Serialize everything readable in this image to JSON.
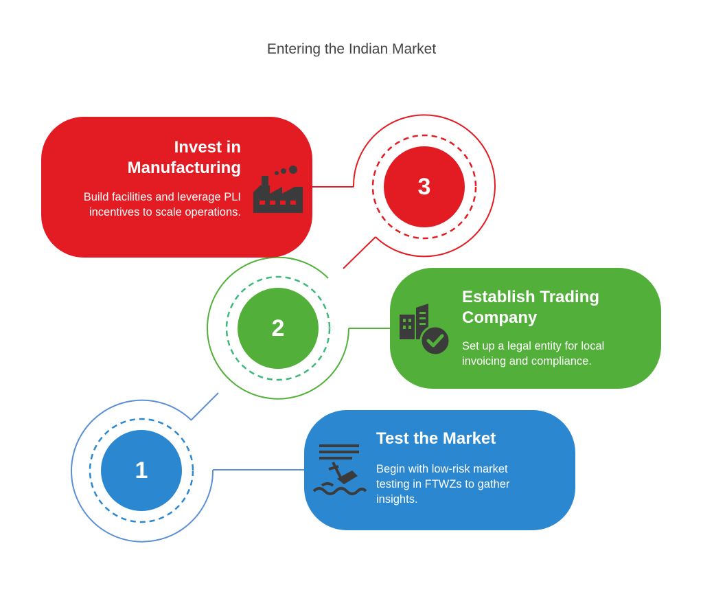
{
  "title": "Entering the Indian Market",
  "colors": {
    "red": "#e31b23",
    "green": "#52b03a",
    "blue": "#2a87d0"
  },
  "steps": [
    {
      "number": "1",
      "title": "Test the Market",
      "description": "Begin with low-risk market testing in FTWZs to gather insights.",
      "icon": "shipwreck-icon",
      "color": "#2a87d0"
    },
    {
      "number": "2",
      "title": "Establish Trading Company",
      "description": "Set up a legal entity for local invoicing and compliance.",
      "icon": "buildings-check-icon",
      "color": "#52b03a"
    },
    {
      "number": "3",
      "title": "Invest in Manufacturing",
      "description": "Build facilities and leverage PLI incentives to scale operations.",
      "icon": "factory-icon",
      "color": "#e31b23"
    }
  ]
}
